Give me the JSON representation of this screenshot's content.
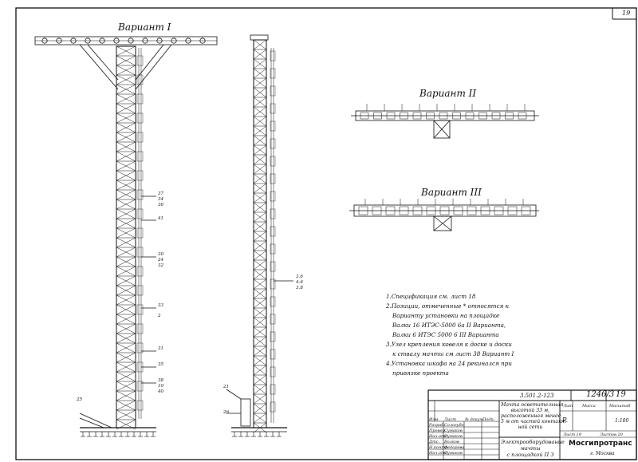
{
  "sheet": {
    "number": "19",
    "stamp_number": "1246/3",
    "stamp_sheet": "19"
  },
  "variants": {
    "v1": "Вариант I",
    "v2": "Вариант II",
    "v3": "Вариант III"
  },
  "notes": [
    "1.Спецификация  см. лист 18",
    "2.Позиции, отмеченные * относятся к",
    "Варианту установки на площадке",
    "Валки  16 ИТЭС-5000 6а  II Варианта,",
    "Валки  6 ИТЭС 5000 6  III Варианта",
    "3.Узел крепления ковеля  к доске и доски",
    "к ствалу мачты см  лист 38 Вариант I",
    "4.Установка шкафа на 24 рекинался  при",
    "привязке проекта"
  ],
  "positions": {
    "p37": "37",
    "p34": "34",
    "p36": "36",
    "p41": "41",
    "p30": "30",
    "p24": "24",
    "p32": "32",
    "p33": "33",
    "p2": "2",
    "p31": "31",
    "p35": "35",
    "p38": "38",
    "p10": "10",
    "p40": "40",
    "p25": "25",
    "p21": "21",
    "p3_5": "3.6",
    "p4_6": "4.6",
    "p26": "26",
    "p38b": "3.8"
  },
  "title_block": {
    "doc_code": "3.501.2-123",
    "description": [
      "Мачта осветительная",
      "высотой 33 м,",
      "расположенная менее",
      "5 м от частей контакт-",
      "ной сети"
    ],
    "title2": [
      "Электрооборудование",
      "мачты",
      "с площадкой  П 3"
    ],
    "hdr_lit": "Лит",
    "hdr_mass": "Масса",
    "hdr_scale": "Масштаб",
    "lit": "Р",
    "scale": "1:100",
    "sheet_label": "Лист 19",
    "sheets_label": "Листов 20",
    "org": "Мосгипротранс",
    "city": "г. Москва",
    "rows": [
      {
        "role": "Изм.",
        "name": "Лист",
        "sign": "№ докум.",
        "date": "Подп.",
        "d2": "Дата"
      },
      {
        "role": "Разраб.",
        "name": "Сологубо",
        "sign": "",
        "date": "",
        "d2": ""
      },
      {
        "role": "Провер.",
        "name": "Сумаков",
        "sign": "",
        "date": "",
        "d2": ""
      },
      {
        "role": "Нач.отд.",
        "name": "Сумаков",
        "sign": "",
        "date": "",
        "d2": ""
      },
      {
        "role": "Дтс.",
        "name": "Волков",
        "sign": "",
        "date": "",
        "d2": ""
      },
      {
        "role": "Н.контр.",
        "name": "Федорова",
        "sign": "",
        "date": "",
        "d2": ""
      },
      {
        "role": "Нач.отд.",
        "name": "Сумаков",
        "sign": "",
        "date": "",
        "d2": ""
      }
    ]
  }
}
